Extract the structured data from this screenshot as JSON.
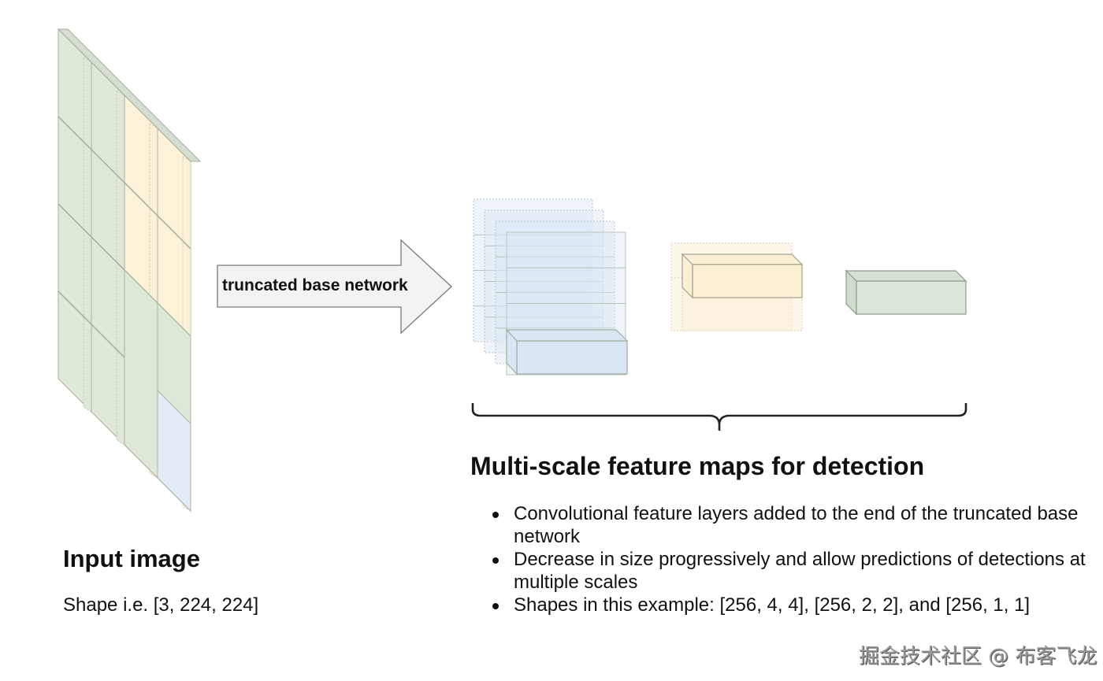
{
  "input_section": {
    "title": "Input image",
    "shape_text": "Shape i.e. [3, 224, 224]",
    "channels": 3,
    "grid_rows": 4,
    "grid_cols": 4,
    "channel_colors": [
      "#dde8d8",
      "#dde8d8",
      "#fbf1d6",
      "#fbf1d6"
    ],
    "highlight_color": "#e3ebf6"
  },
  "arrow": {
    "label": "truncated base network",
    "fill": "#f2f2f2",
    "stroke": "#7a7a7a"
  },
  "feature_maps": [
    {
      "name": "4x4",
      "shape": "[256, 4, 4]",
      "color": "#dbe6f4",
      "stroke": "#9fb0a0"
    },
    {
      "name": "2x2",
      "shape": "[256, 2, 2]",
      "color": "#fbefd4",
      "stroke": "#a9a48e"
    },
    {
      "name": "1x1",
      "shape": "[256, 1, 1]",
      "color": "#d9e5d6",
      "stroke": "#8f9a8e"
    }
  ],
  "detection_section": {
    "title": "Multi-scale feature maps for detection",
    "bullets": [
      "Convolutional feature layers added to the end of the truncated base network",
      "Decrease in size progressively and allow predictions of detections at multiple scales",
      "Shapes in this example: [256, 4, 4], [256, 2, 2], and [256, 1, 1]"
    ]
  },
  "watermark": "掘金技术社区 @ 布客飞龙"
}
